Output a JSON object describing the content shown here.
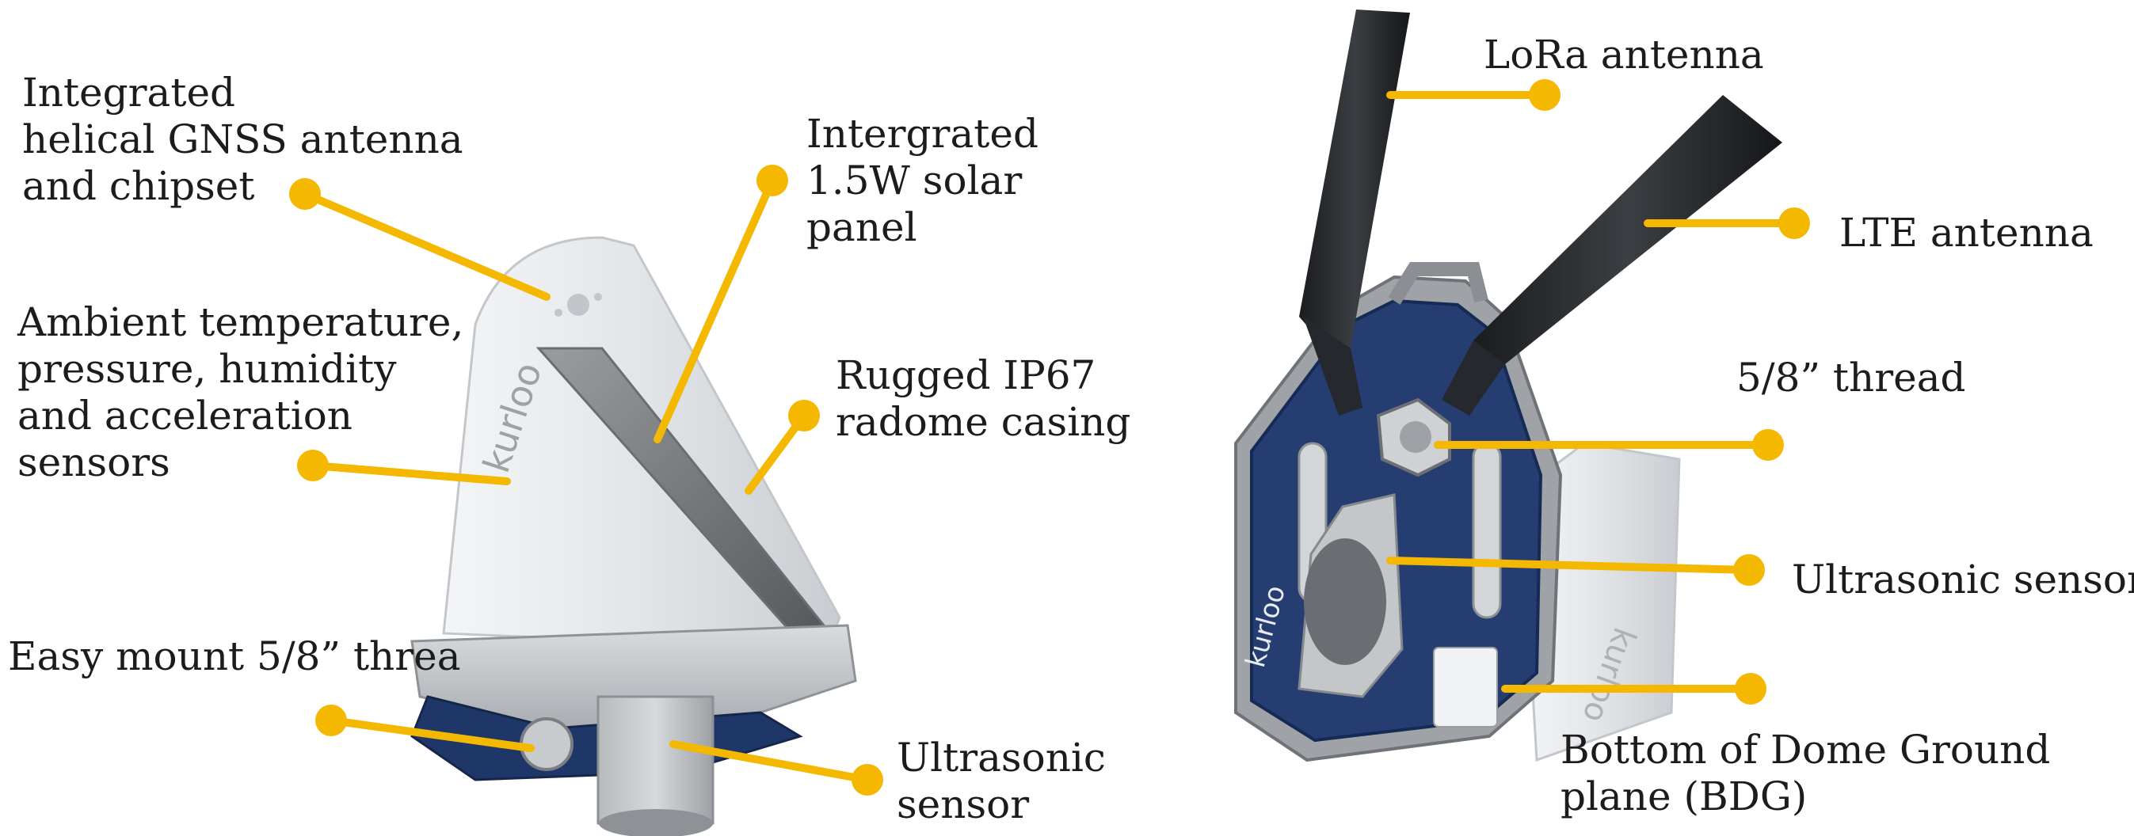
{
  "leader_color": "#f5b800",
  "labels": {
    "gnss": "Integrated\nhelical GNSS antenna\nand chipset",
    "solar": "Intergrated\n1.5W solar\npanel",
    "sensors": "Ambient temperature,\npressure, humidity\nand acceleration\nsensors",
    "casing": "Rugged IP67\nradome casing",
    "mount": "Easy mount 5/8” threa",
    "ultra_left": "Ultrasonic\nsensor",
    "lora": "LoRa antenna",
    "lte": "LTE antenna",
    "thread": "5/8” thread",
    "ultra_right": "Ultrasonic sensor",
    "bdg": "Bottom of Dome Ground\nplane (BDG)"
  },
  "device": {
    "brand_text": "kurloo"
  }
}
